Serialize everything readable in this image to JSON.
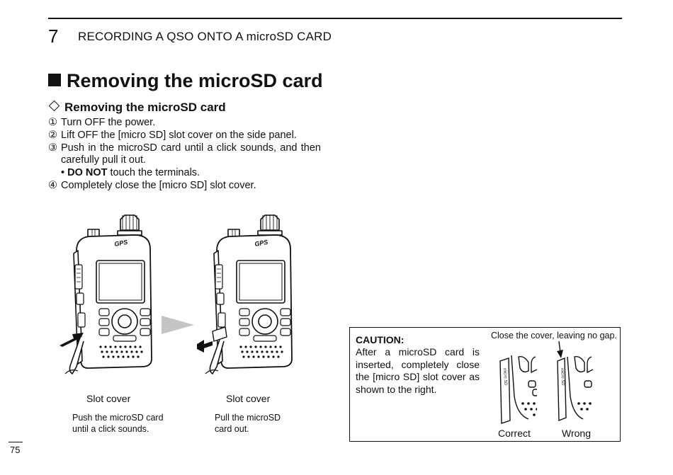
{
  "header": {
    "chapter_number": "7",
    "chapter_title": "RECORDING A QSO ONTO A microSD CARD"
  },
  "section": {
    "title": "Removing the microSD card",
    "subtitle": "Removing the microSD card"
  },
  "steps": [
    {
      "num": "①",
      "text": "Turn OFF the power."
    },
    {
      "num": "②",
      "text": "Lift OFF the [micro SD] slot cover on the side panel."
    },
    {
      "num": "③",
      "text": "Push in the microSD card until a click sounds, and then carefully pull it out."
    },
    {
      "num": "④",
      "text": "Completely close the [micro SD] slot cover."
    }
  ],
  "note": {
    "bullet": "•",
    "bold": "DO NOT",
    "rest": " touch the terminals."
  },
  "figures": {
    "radio_label": "GPS",
    "left_caption": "Slot cover",
    "left_desc_1": "Push the microSD card",
    "left_desc_2": "until a click sounds.",
    "right_caption": "Slot cover",
    "right_desc_1": "Pull the microSD",
    "right_desc_2": "card out."
  },
  "caution": {
    "heading": "CAUTION:",
    "text": "After a microSD card is inserted, completely close the [micro SD] slot cover as shown to the right.",
    "gap_note": "Close the cover, leaving no gap.",
    "correct_label": "Correct",
    "wrong_label": "Wrong",
    "slot_label": "micro SD"
  },
  "footer": {
    "page_number": "75"
  }
}
